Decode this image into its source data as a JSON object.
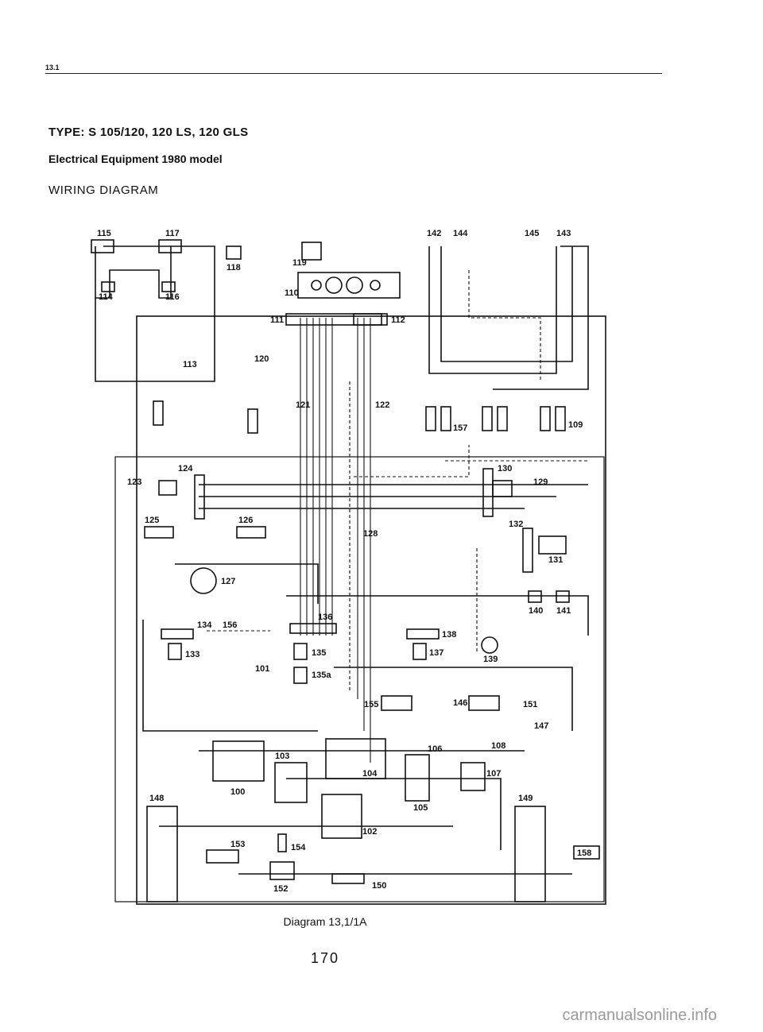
{
  "header": {
    "section_number": "13.1"
  },
  "titles": {
    "type_line": "TYPE: S 105/120, 120 LS, 120 GLS",
    "equipment_line": "Electrical Equipment 1980 model",
    "diagram_heading": "WIRING DIAGRAM"
  },
  "components": {
    "c100": "100",
    "c101": "101",
    "c102": "102",
    "c103": "103",
    "c104": "104",
    "c105": "105",
    "c106": "106",
    "c107": "107",
    "c108": "108",
    "c109": "109",
    "c110": "110",
    "c111": "111",
    "c112": "112",
    "c113": "113",
    "c114": "114",
    "c115": "115",
    "c116": "116",
    "c117": "117",
    "c118": "118",
    "c119": "119",
    "c120": "120",
    "c121": "121",
    "c122": "122",
    "c123": "123",
    "c124": "124",
    "c125": "125",
    "c126": "126",
    "c127": "127",
    "c128": "128",
    "c129": "129",
    "c130": "130",
    "c131": "131",
    "c132": "132",
    "c133": "133",
    "c134": "134",
    "c135": "135",
    "c135a": "135a",
    "c136": "136",
    "c137": "137",
    "c138": "138",
    "c139": "139",
    "c140": "140",
    "c141": "141",
    "c142": "142",
    "c143": "143",
    "c144": "144",
    "c145": "145",
    "c146": "146",
    "c147": "147",
    "c148": "148",
    "c149": "149",
    "c150": "150",
    "c151": "151",
    "c152": "152",
    "c153": "153",
    "c154": "154",
    "c155": "155",
    "c156": "156",
    "c157": "157",
    "c158": "158"
  },
  "footer": {
    "caption": "Diagram 13,1/1A",
    "page_number": "170",
    "watermark": "carmanualsonline.info"
  }
}
